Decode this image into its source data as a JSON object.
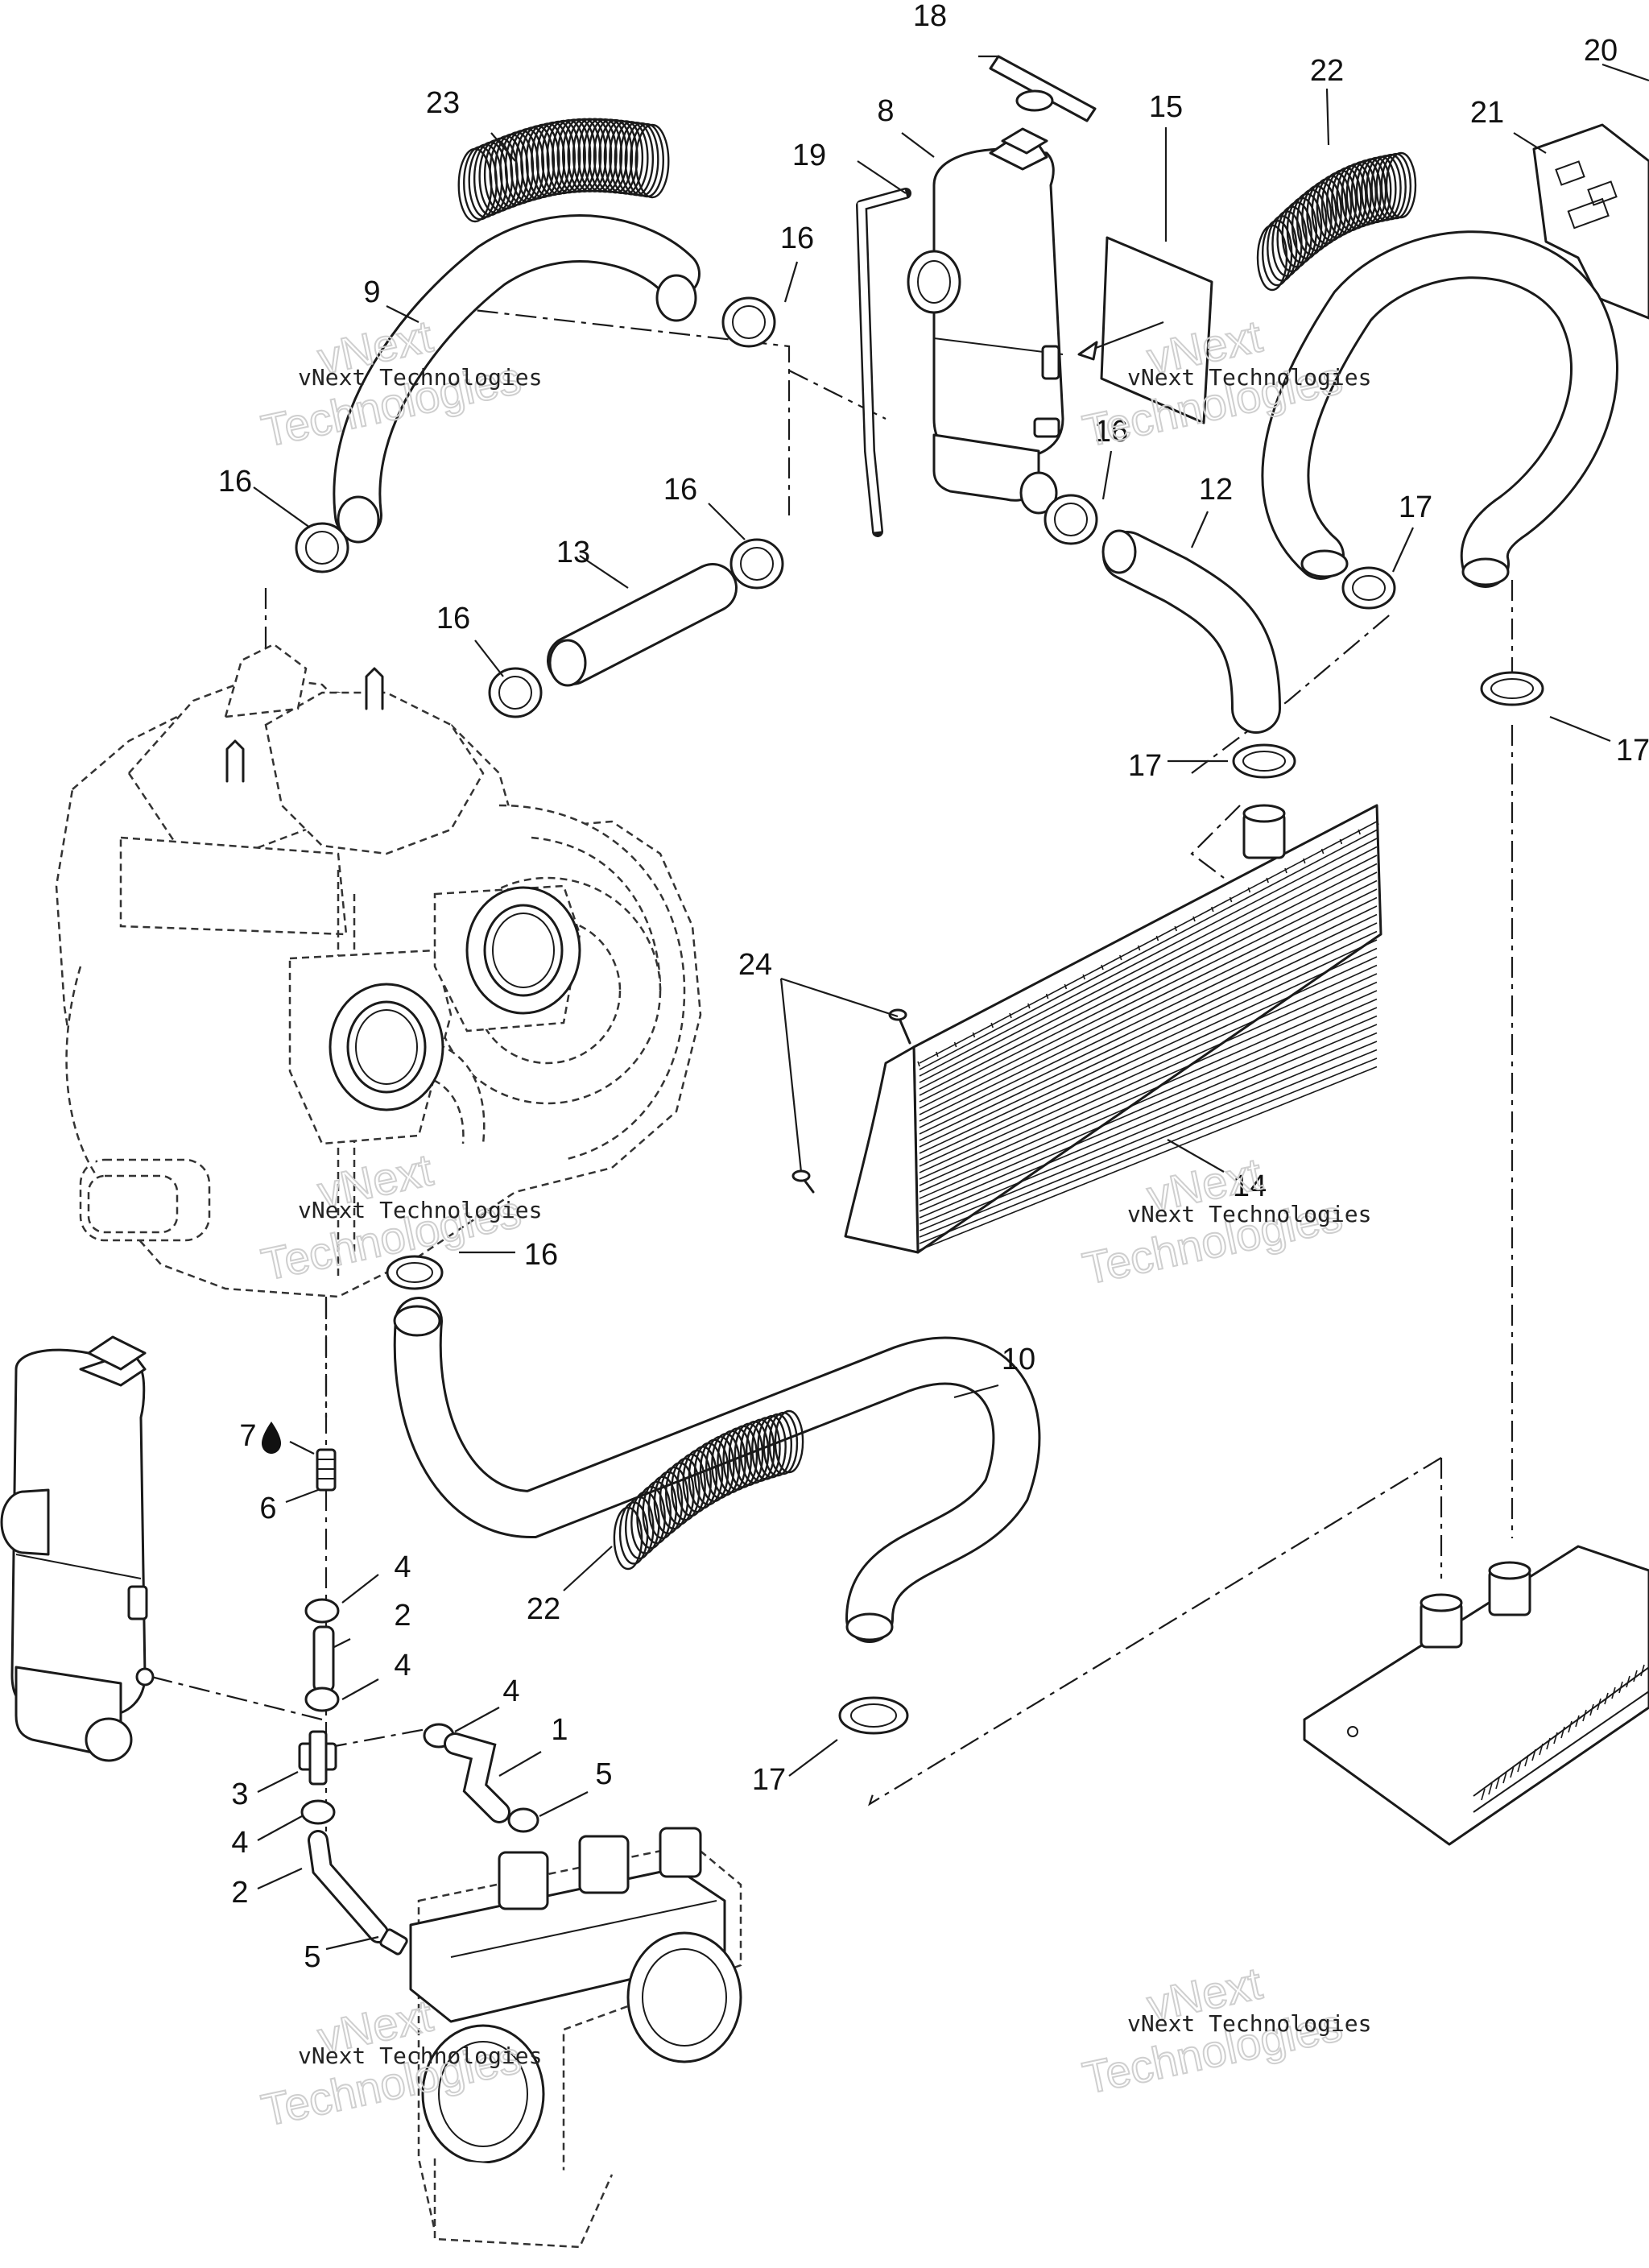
{
  "callouts": {
    "c1": "1",
    "c2a": "2",
    "c2b": "2",
    "c3": "3",
    "c4a": "4",
    "c4b": "4",
    "c4c": "4",
    "c4d": "4",
    "c5a": "5",
    "c5b": "5",
    "c6": "6",
    "c7": "7",
    "c8": "8",
    "c9": "9",
    "c10": "10",
    "c12": "12",
    "c13": "13",
    "c14": "14",
    "c15": "15",
    "c16a": "16",
    "c16b": "16",
    "c16c": "16",
    "c16d": "16",
    "c16e": "16",
    "c16f": "16",
    "c17a": "17",
    "c17b": "17",
    "c17c": "17",
    "c17d": "17",
    "c18": "18",
    "c19": "19",
    "c20": "20",
    "c21": "21",
    "c22a": "22",
    "c22b": "22",
    "c23": "23",
    "c24": "24"
  },
  "watermark": {
    "line1": "vNext Technologies",
    "logo_top": "vNext",
    "logo_bottom": "Technologies"
  },
  "icons": {
    "drop": "oil-drop-icon"
  }
}
